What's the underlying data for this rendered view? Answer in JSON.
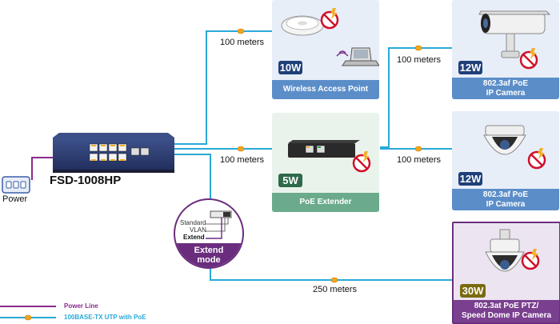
{
  "switch": {
    "model": "FSD-1008HP"
  },
  "power": {
    "label": "Power"
  },
  "distances": {
    "to_ap": "100 meters",
    "to_extender": "100 meters",
    "extender_to_camera_top": "100 meters",
    "extender_to_camera_mid": "100 meters",
    "to_ptz": "250 meters"
  },
  "devices": {
    "ap": {
      "watt": "10W",
      "name": "Wireless Access Point"
    },
    "extender": {
      "watt": "5W",
      "name": "PoE Extender"
    },
    "camera1": {
      "watt": "12W",
      "name_line1": "802.3af PoE",
      "name_line2": "IP Camera"
    },
    "camera2": {
      "watt": "12W",
      "name_line1": "802.3af PoE",
      "name_line2": "IP Camera"
    },
    "ptz": {
      "watt": "30W",
      "name_line1": "802.3at PoE PTZ/",
      "name_line2": "Speed Dome IP Camera"
    }
  },
  "extend_mode": {
    "option_standard": "Standard",
    "option_vlan": "VLAN",
    "option_extend": "Extend",
    "title_line1": "Extend",
    "title_line2": "mode"
  },
  "legend": {
    "power_line": "Power Line",
    "utp_line": "100BASE-TX UTP with PoE"
  },
  "colors": {
    "utp_line": "#29a9d8",
    "power_line": "#8a2a8c",
    "ap_card": "#5b8ec9",
    "extender_card": "#6bab8c",
    "camera_card": "#5b8ec9",
    "ptz_card": "#7a3f8f",
    "ptz_border": "#6b2f7f",
    "watt_badge": "#1f3f78",
    "watt_badge_green": "#2f6a4a",
    "watt_badge_ptz": "#7a6a10",
    "extend_badge": "#6a2d7d",
    "node_dot": "#f2a51e"
  }
}
